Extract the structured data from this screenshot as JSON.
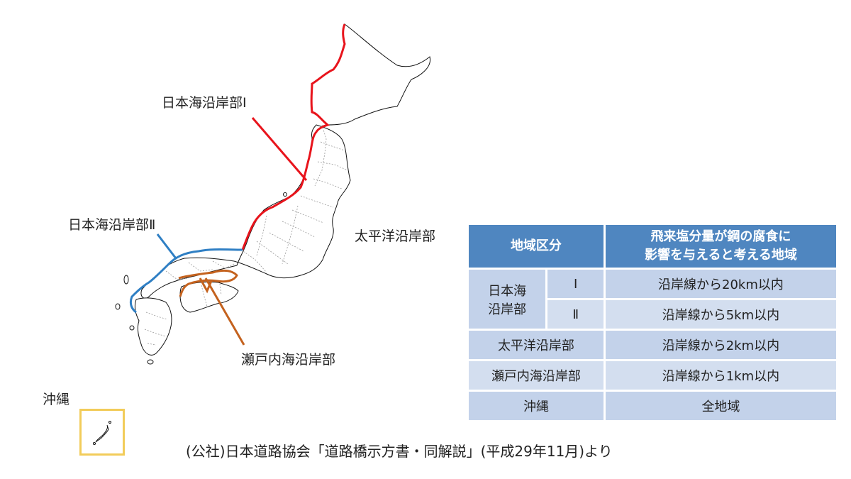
{
  "labels": {
    "japan_sea_1": "日本海沿岸部Ⅰ",
    "japan_sea_2": "日本海沿岸部Ⅱ",
    "pacific": "太平洋沿岸部",
    "seto": "瀬戸内海沿岸部",
    "okinawa": "沖縄"
  },
  "table": {
    "header_region": "地域区分",
    "header_effect_line1": "飛来塩分量が鋼の腐食に",
    "header_effect_line2": "影響を与えると考える地域",
    "rows": {
      "japan_sea_line1": "日本海",
      "japan_sea_line2": "沿岸部",
      "japan_sea_1_sub": "Ⅰ",
      "japan_sea_1_value": "沿岸線から20km以内",
      "japan_sea_2_sub": "Ⅱ",
      "japan_sea_2_value": "沿岸線から5km以内",
      "pacific_name": "太平洋沿岸部",
      "pacific_value": "沿岸線から2km以内",
      "seto_name": "瀬戸内海沿岸部",
      "seto_value": "沿岸線から1km以内",
      "okinawa_name": "沖縄",
      "okinawa_value": "全地域"
    }
  },
  "caption": "(公社)日本道路協会「道路橋示方書・同解説」(平成29年11月)より",
  "colors": {
    "japan_sea_1": "#e8141c",
    "japan_sea_2": "#2f7fc4",
    "seto": "#c4621e",
    "okinawa_frame": "#f2cc5a",
    "table_header": "#4f86c0",
    "table_body": "#d3deef"
  }
}
